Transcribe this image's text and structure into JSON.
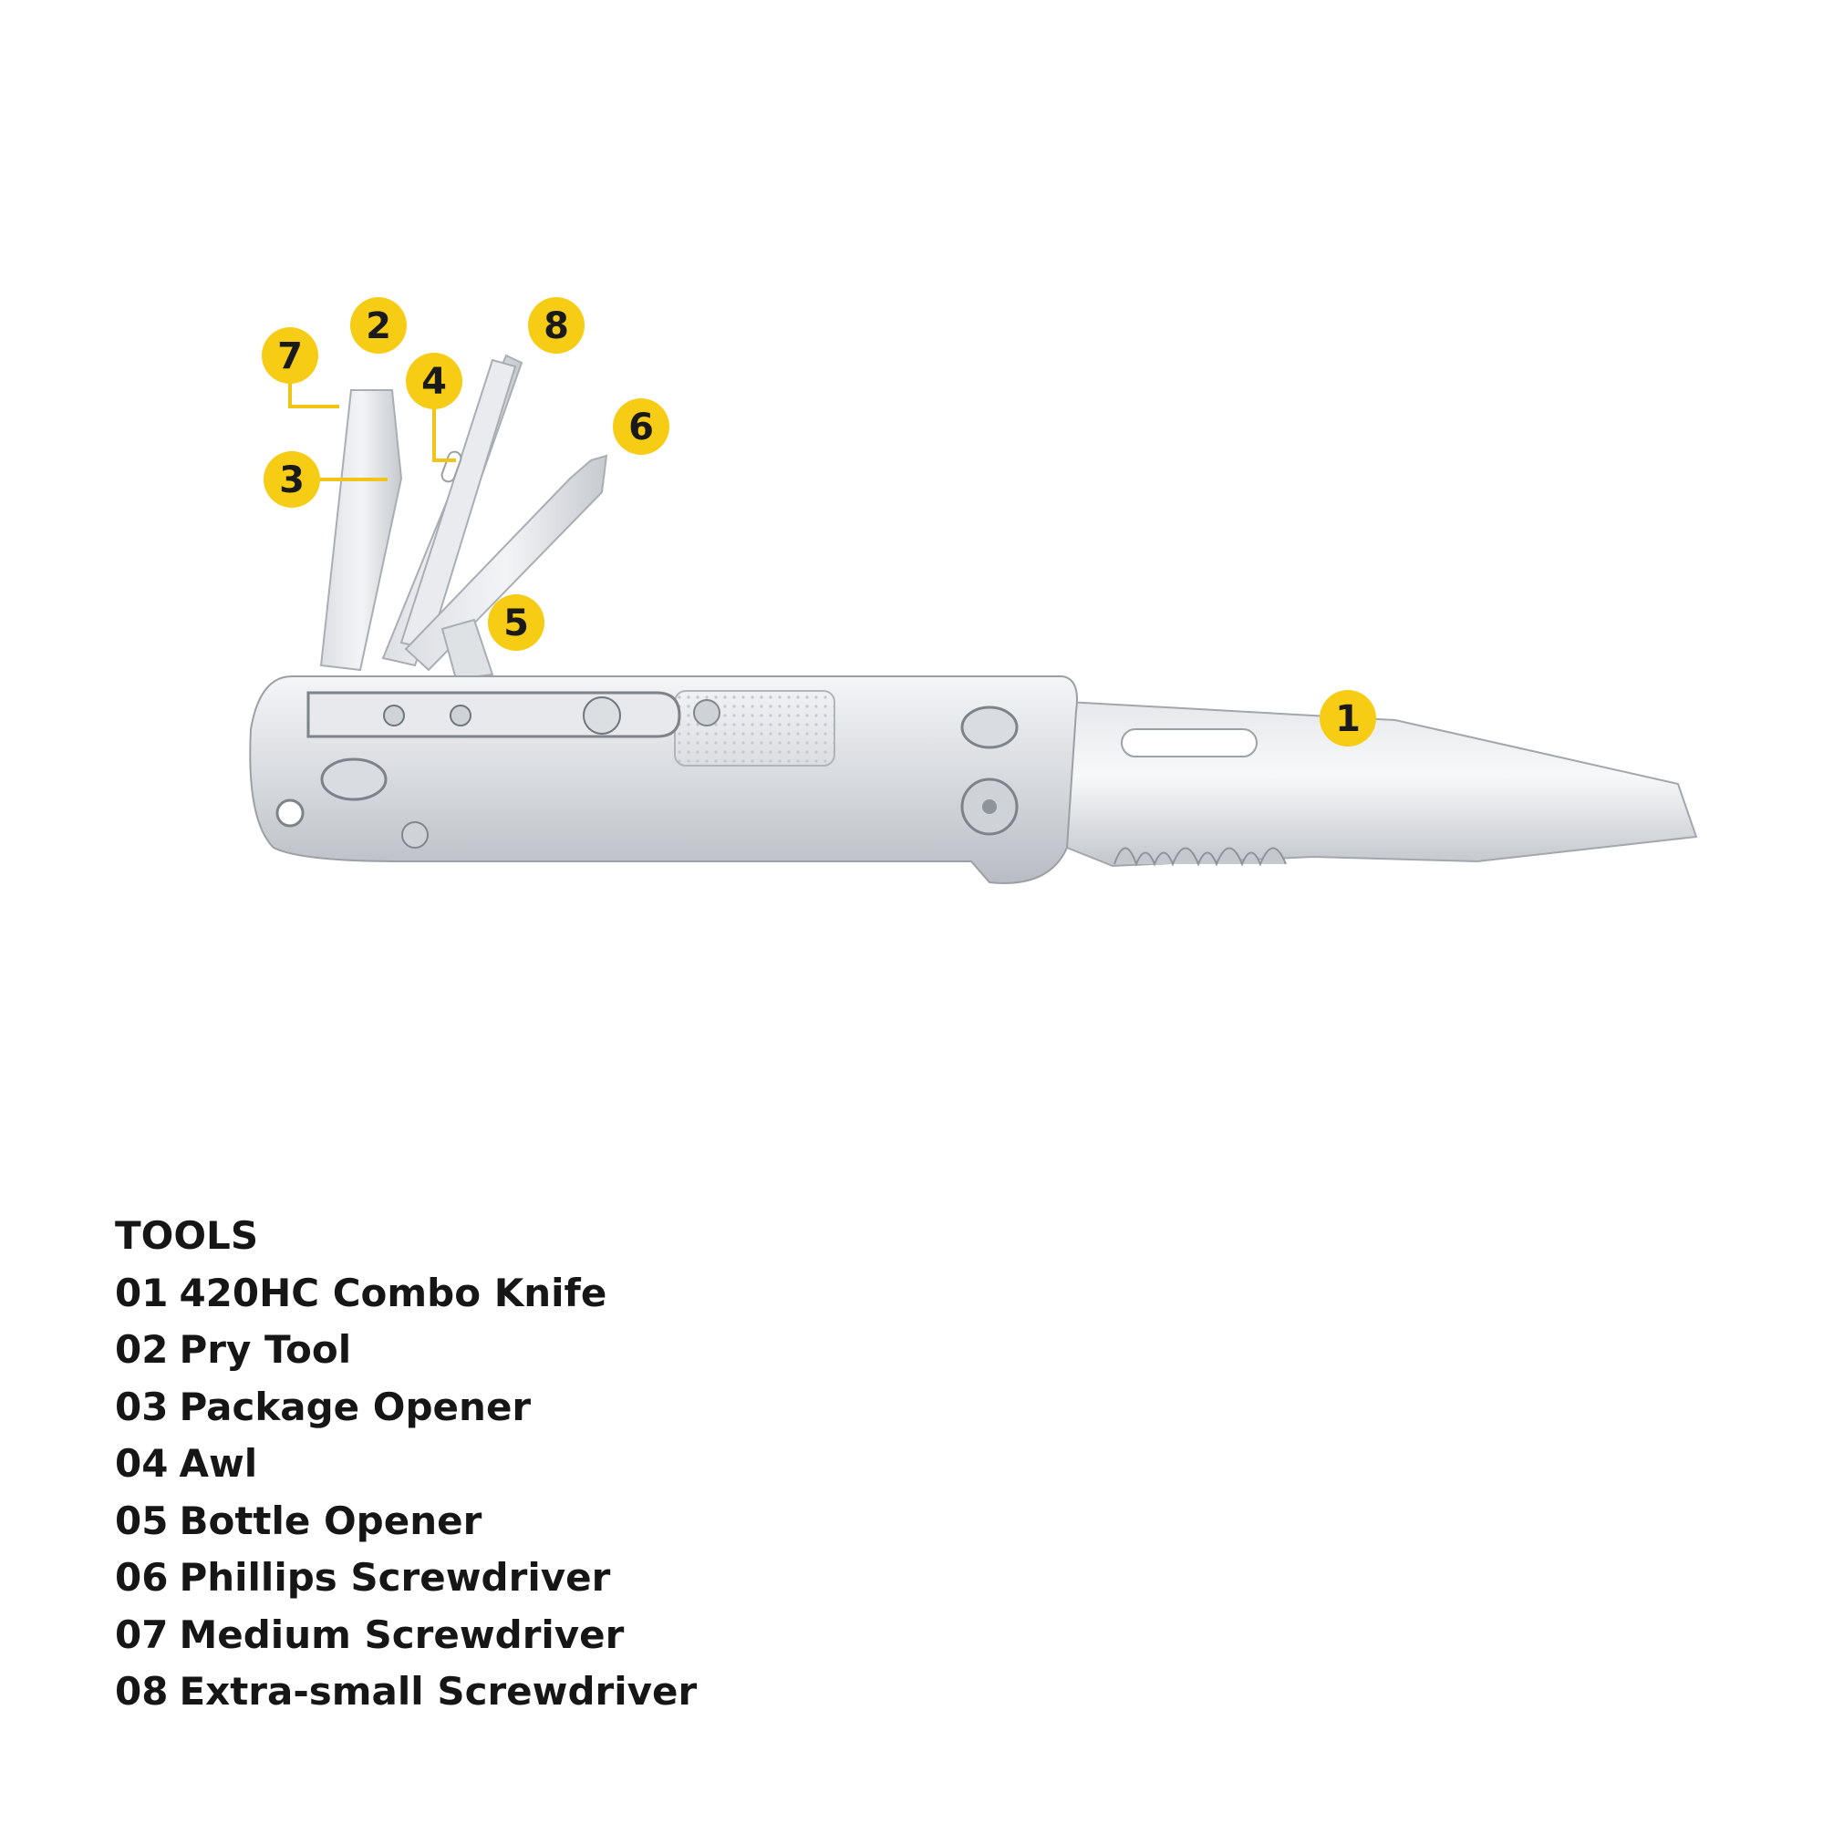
{
  "diagram": {
    "callouts": [
      "1",
      "2",
      "3",
      "4",
      "5",
      "6",
      "7",
      "8"
    ],
    "colors": {
      "callout": "#f7cc14",
      "leader": "#f0c419",
      "steel_light": "#eef0f2",
      "steel_mid": "#c9ccd1",
      "steel_dark": "#9aa0a6"
    }
  },
  "legend": {
    "heading": "TOOLS",
    "items": [
      {
        "num": "01",
        "name": "420HC Combo Knife"
      },
      {
        "num": "02",
        "name": "Pry Tool"
      },
      {
        "num": "03",
        "name": "Package Opener"
      },
      {
        "num": "04",
        "name": "Awl"
      },
      {
        "num": "05",
        "name": "Bottle Opener"
      },
      {
        "num": "06",
        "name": "Phillips Screwdriver"
      },
      {
        "num": "07",
        "name": "Medium Screwdriver"
      },
      {
        "num": "08",
        "name": "Extra-small Screwdriver"
      }
    ]
  }
}
